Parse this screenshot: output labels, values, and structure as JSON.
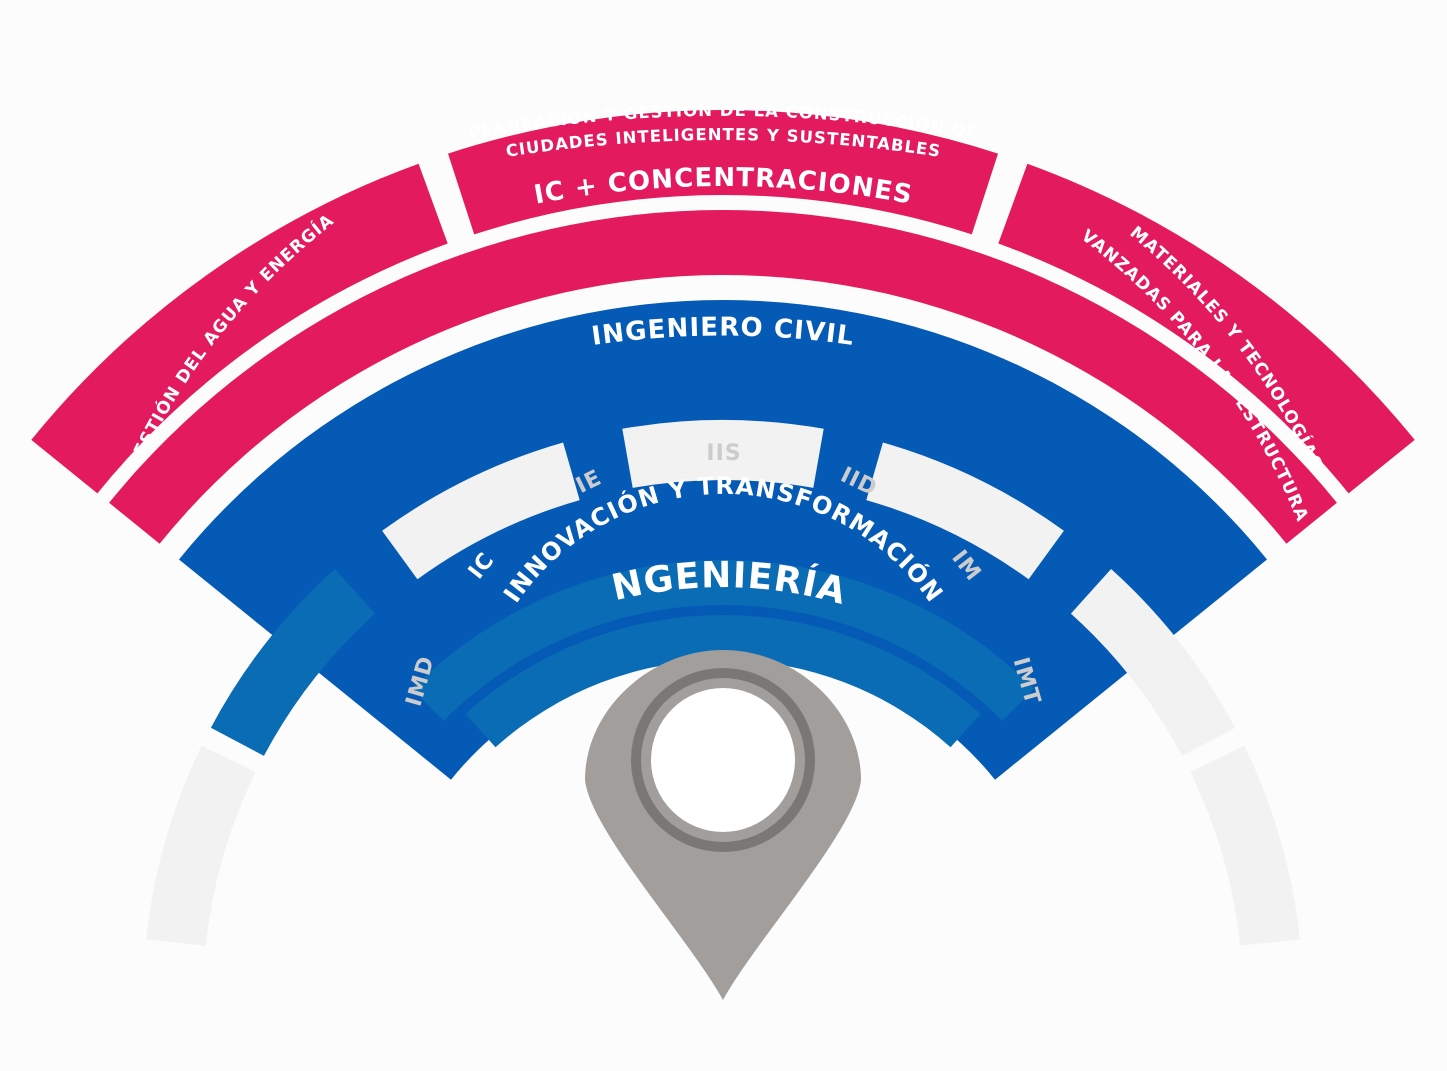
{
  "diagram": {
    "concentrations": {
      "left": "GESTIÓN DEL AGUA Y ENERGÍA",
      "center_line1": "PLANEACIÓN Y GESTIÓN DE LA CONSTRUCCIÓN DE",
      "center_line2": "CIUDADES INTELIGENTES Y SUSTENTABLES",
      "right_line1": "MATERIALES Y TECNOLOGÍAS",
      "right_line2": "AVANZADAS PARA LAS ESTRUCTURAS"
    },
    "ic_concentraciones": "IC + CONCENTRACIONES",
    "ingeniero_civil": "INGENIERO CIVIL",
    "programs": [
      {
        "code": "IMD"
      },
      {
        "code": "IC"
      },
      {
        "code": "IE"
      },
      {
        "code": "IIS"
      },
      {
        "code": "IID"
      },
      {
        "code": "IM"
      },
      {
        "code": "IMT"
      }
    ],
    "innovacion": "INNOVACIÓN Y TRANSFORMACIÓN",
    "ingenieria": "INGENIERÍA"
  },
  "colors": {
    "magenta": "#e31a5e",
    "blue": "#055ab6",
    "mid_blue": "#0a6cb4",
    "tile_gray": "#f2f2f2",
    "tile_text": "#cccccc",
    "pin": "#a19e9c",
    "pin_ring": "#7a7876",
    "background": "#fcfcfc"
  }
}
